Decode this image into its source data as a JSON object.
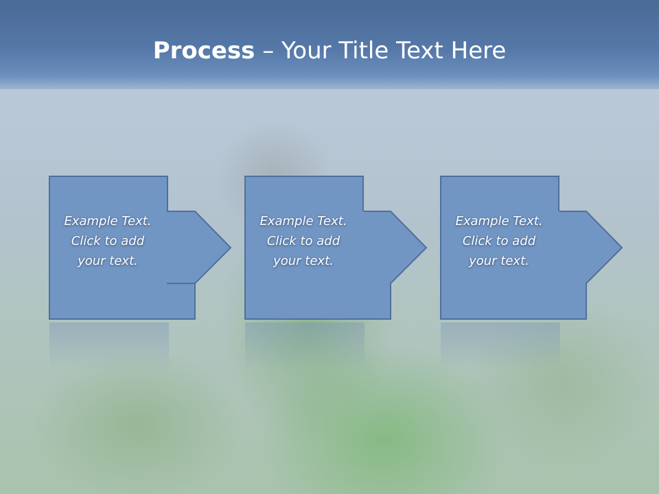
{
  "slide": {
    "title_bold": "Process",
    "title_rest": " – Your Title Text Here"
  },
  "steps": [
    {
      "line1": "Example Text.",
      "line2": "Click  to add",
      "line3": "your text."
    },
    {
      "line1": "Example Text.",
      "line2": "Click  to add",
      "line3": "your text."
    },
    {
      "line1": "Example Text.",
      "line2": "Click  to add",
      "line3": "your text."
    }
  ],
  "colors": {
    "header": "#5578a8",
    "shape_fill": "#7296c4",
    "shape_border": "#4f6f9c"
  },
  "icons": [
    "right-arrow-icon",
    "right-arrow-icon",
    "right-arrow-icon"
  ]
}
